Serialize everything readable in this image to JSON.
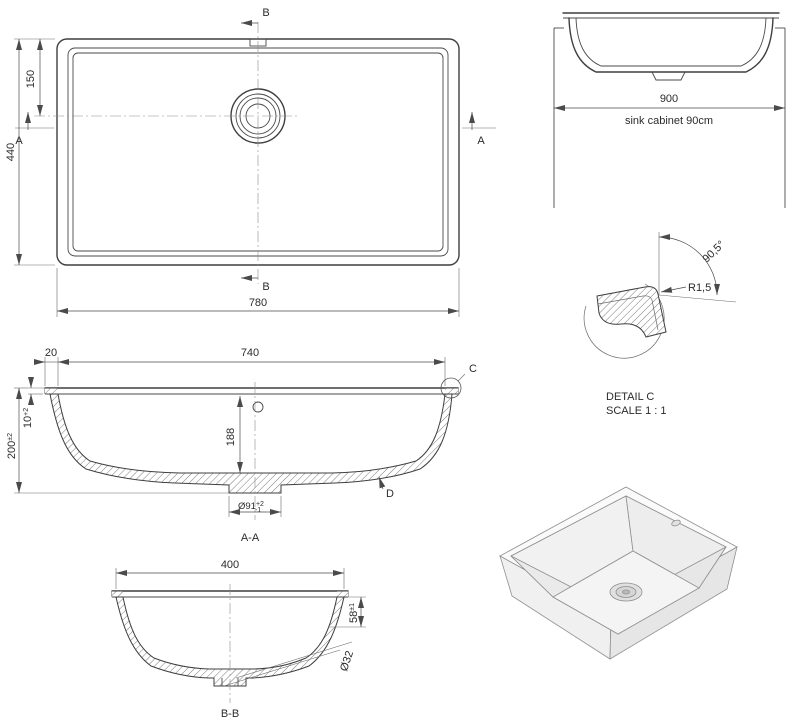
{
  "drawing": {
    "plan": {
      "section_b_top": "B",
      "section_b_bottom": "B",
      "section_a_left": "A",
      "section_a_right": "A",
      "dim_150": "150",
      "dim_440": "440",
      "dim_780": "780"
    },
    "elevation": {
      "dim_900": "900",
      "cabinet_label": "sink cabinet 90cm"
    },
    "detail_c": {
      "angle": "90,5°",
      "radius": "R1,5",
      "title": "DETAIL C",
      "scale": "SCALE 1 : 1"
    },
    "section_aa": {
      "dim_20": "20",
      "dim_740": "740",
      "label_c": "C",
      "dim_10": "10",
      "dim_10_tol": "+2",
      "dim_200": "200",
      "dim_200_tol": "±2",
      "dim_188": "188",
      "dim_91": "Ø91",
      "dim_91_tol_up": "+2",
      "dim_91_tol_dn": "-1",
      "label_d": "D",
      "caption": "A-A"
    },
    "section_bb": {
      "dim_400": "400",
      "dim_58": "58",
      "dim_58_tol": "±1",
      "dim_32": "Ø32",
      "caption": "B-B"
    }
  }
}
